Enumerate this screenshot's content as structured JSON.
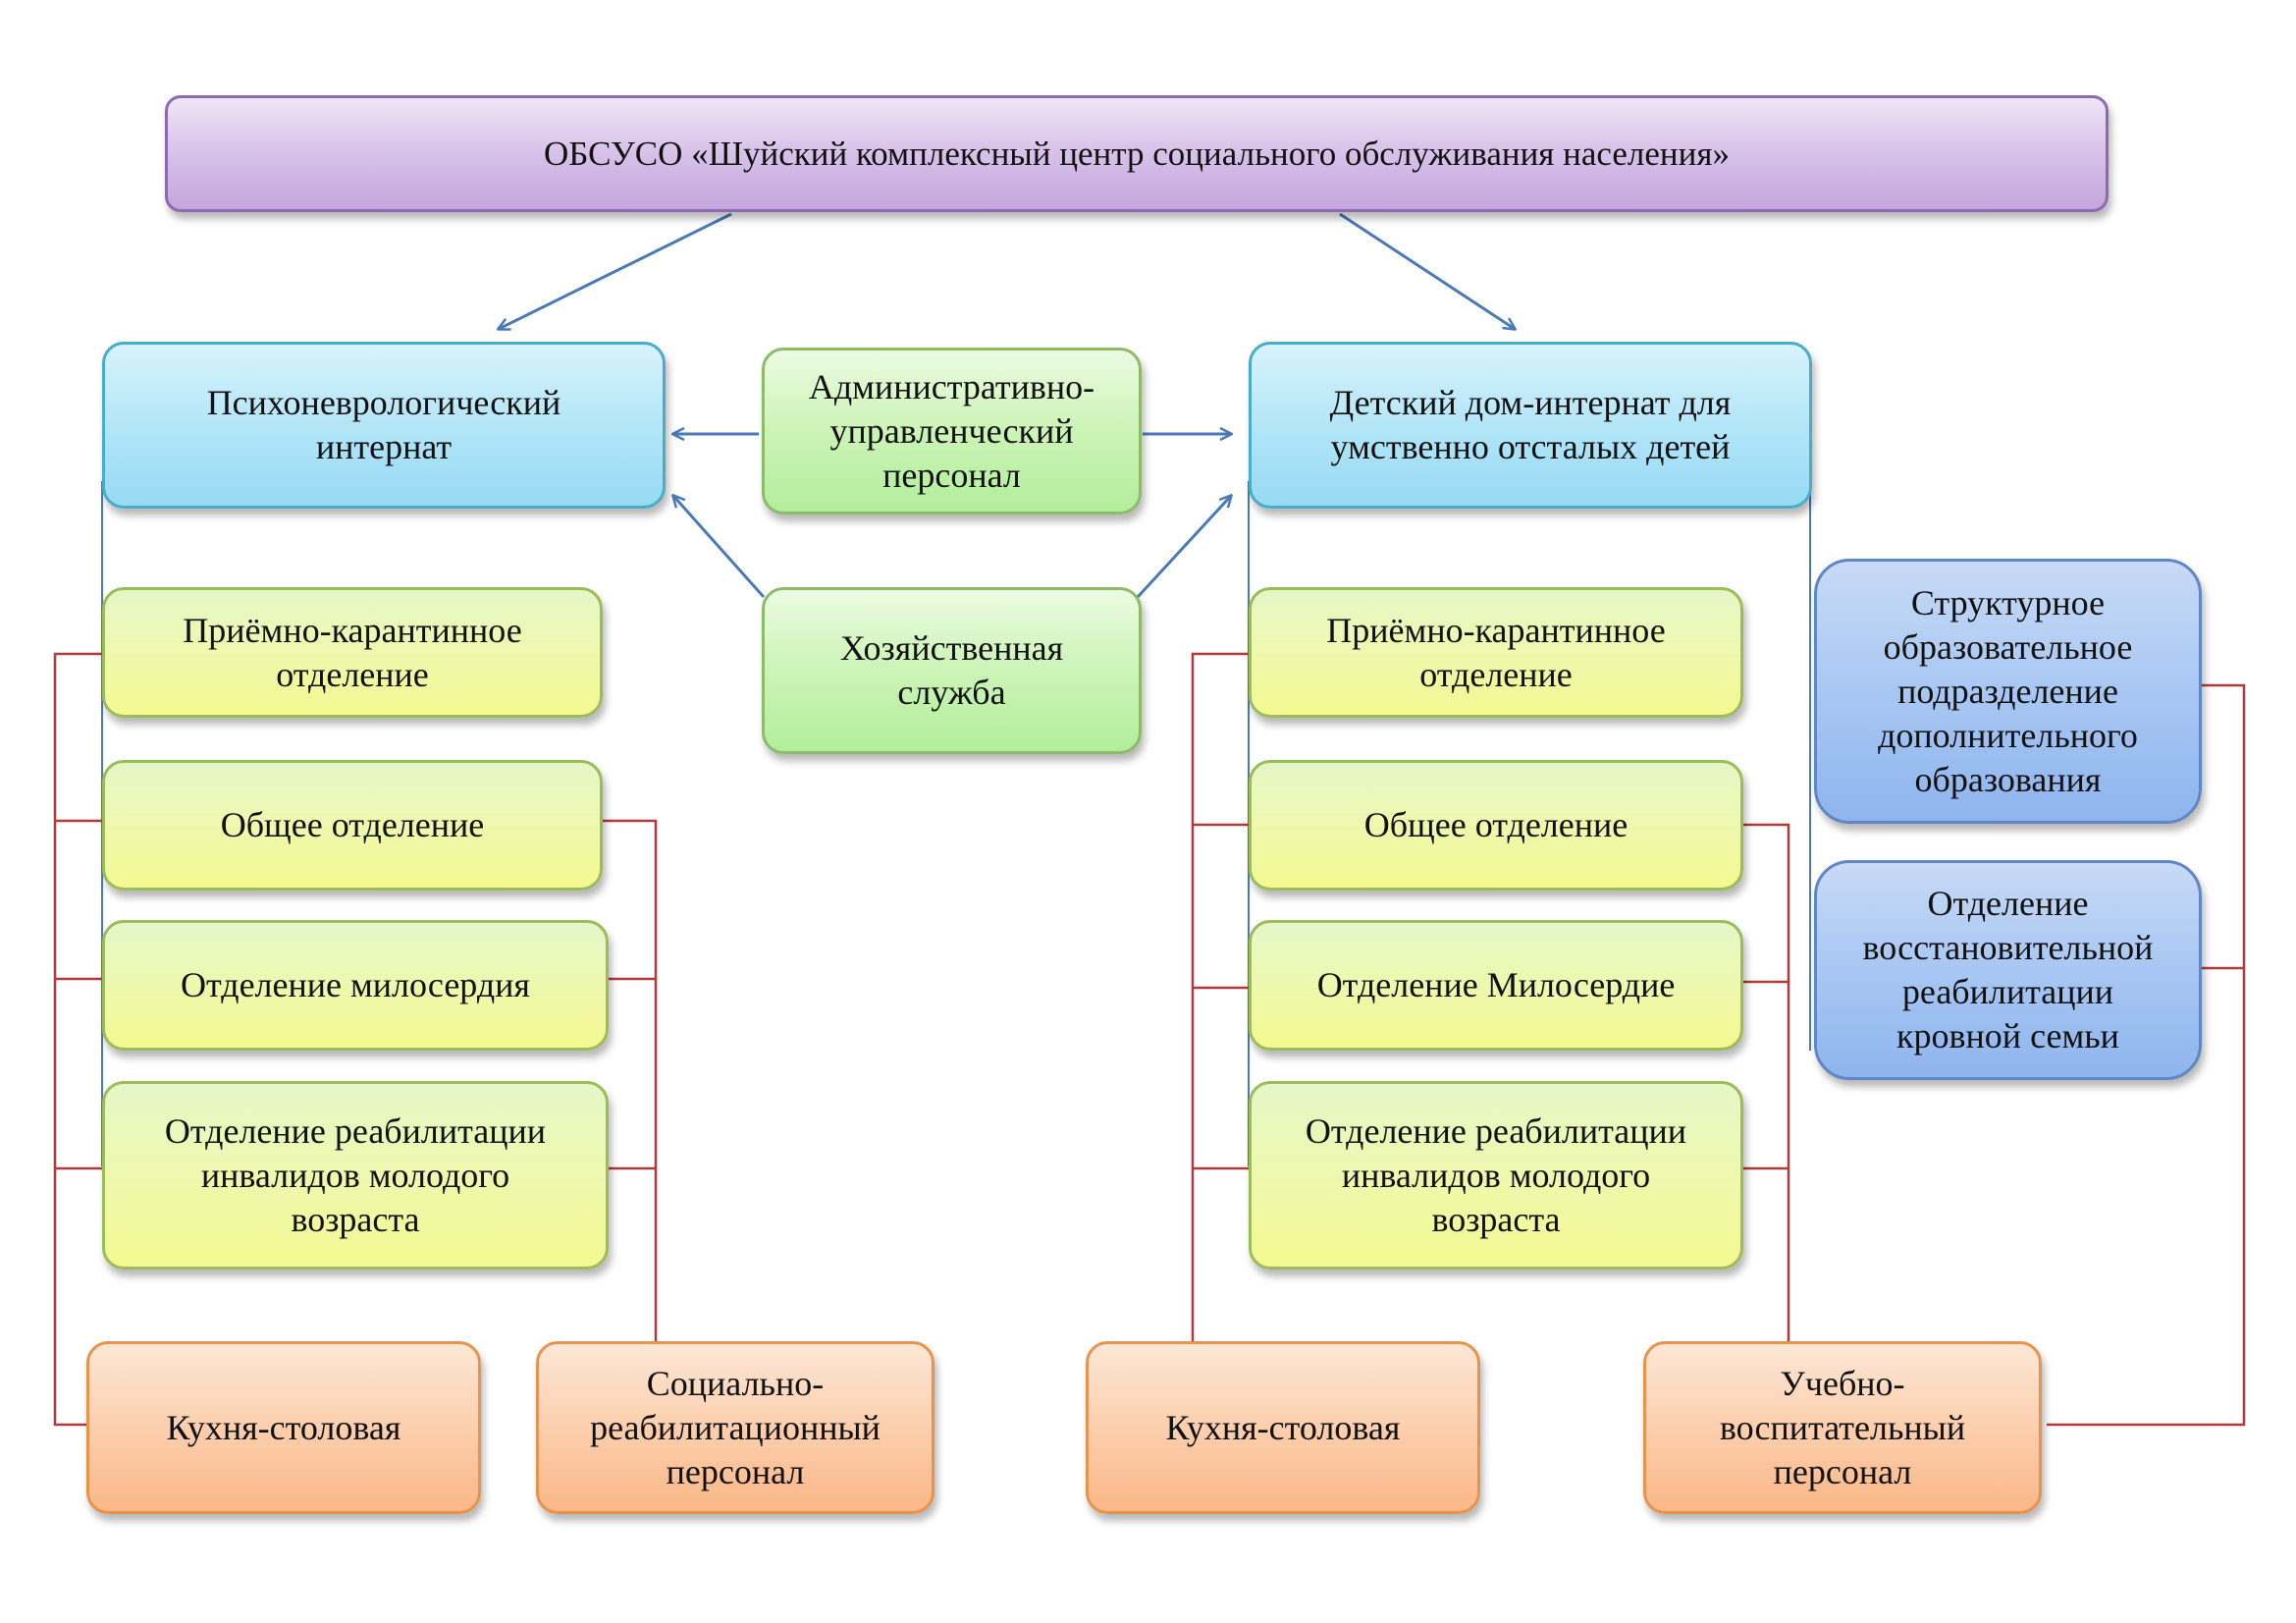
{
  "root": {
    "label": "ОБСУСО «Шуйский комплексный центр социального обслуживания населения»"
  },
  "left_branch": {
    "title_lines": [
      "Психоневрологический",
      "интернат"
    ],
    "departments": [
      {
        "lines": [
          "Приёмно-карантинное",
          "отделение"
        ]
      },
      {
        "lines": [
          "Общее отделение"
        ]
      },
      {
        "lines": [
          "Отделение милосердия"
        ]
      },
      {
        "lines": [
          "Отделение реабилитации",
          "инвалидов молодого",
          "возраста"
        ]
      }
    ],
    "kitchen": {
      "lines": [
        "Кухня-столовая"
      ]
    },
    "staff": {
      "lines": [
        "Социально-",
        "реабилитационный",
        "персонал"
      ]
    }
  },
  "center": {
    "admin": {
      "lines": [
        "Административно-",
        "управленческий",
        "персонал"
      ]
    },
    "household": {
      "lines": [
        "Хозяйственная",
        "служба"
      ]
    }
  },
  "right_branch": {
    "title_lines": [
      "Детский дом-интернат для",
      "умственно отсталых детей"
    ],
    "departments": [
      {
        "lines": [
          "Приёмно-карантинное",
          "отделение"
        ]
      },
      {
        "lines": [
          "Общее отделение"
        ]
      },
      {
        "lines": [
          "Отделение Милосердие"
        ]
      },
      {
        "lines": [
          "Отделение реабилитации",
          "инвалидов молодого",
          "возраста"
        ]
      }
    ],
    "kitchen": {
      "lines": [
        "Кухня-столовая"
      ]
    },
    "staff": {
      "lines": [
        "Учебно-",
        "воспитательный",
        "персонал"
      ]
    },
    "extra": [
      {
        "lines": [
          "Структурное",
          "образовательное",
          "подразделение",
          "дополнительного",
          "образования"
        ]
      },
      {
        "lines": [
          "Отделение",
          "восстановительной",
          "реабилитации",
          "кровной семьи"
        ]
      }
    ]
  },
  "colors": {
    "arrow": "#4a7ab5",
    "tree_line": "#4a7ab5",
    "bracket_line": "#b03a3a"
  }
}
